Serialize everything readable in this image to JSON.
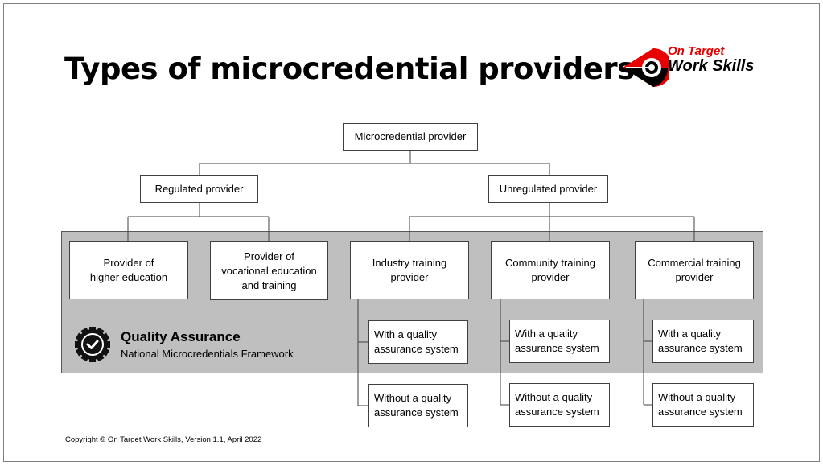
{
  "title": "Types of microcredential providers",
  "logo": {
    "line1": "On Target",
    "line2": "Work Skills"
  },
  "root": "Microcredential provider",
  "level2": {
    "regulated": "Regulated provider",
    "unregulated": "Unregulated provider"
  },
  "level3": [
    {
      "lines": [
        "Provider of",
        "higher education"
      ]
    },
    {
      "lines": [
        "Provider of",
        "vocational education",
        "and training"
      ]
    },
    {
      "lines": [
        "Industry training",
        "provider"
      ]
    },
    {
      "lines": [
        "Community training",
        "provider"
      ]
    },
    {
      "lines": [
        "Commercial training",
        "provider"
      ]
    }
  ],
  "sub": {
    "with": [
      "With a quality",
      "assurance system"
    ],
    "without": [
      "Without a quality",
      "assurance system"
    ]
  },
  "qa": {
    "title": "Quality Assurance",
    "subtitle": "National Microcredentials Framework"
  },
  "copyright": "Copyright © On Target Work Skills, Version 1.1, April 2022"
}
